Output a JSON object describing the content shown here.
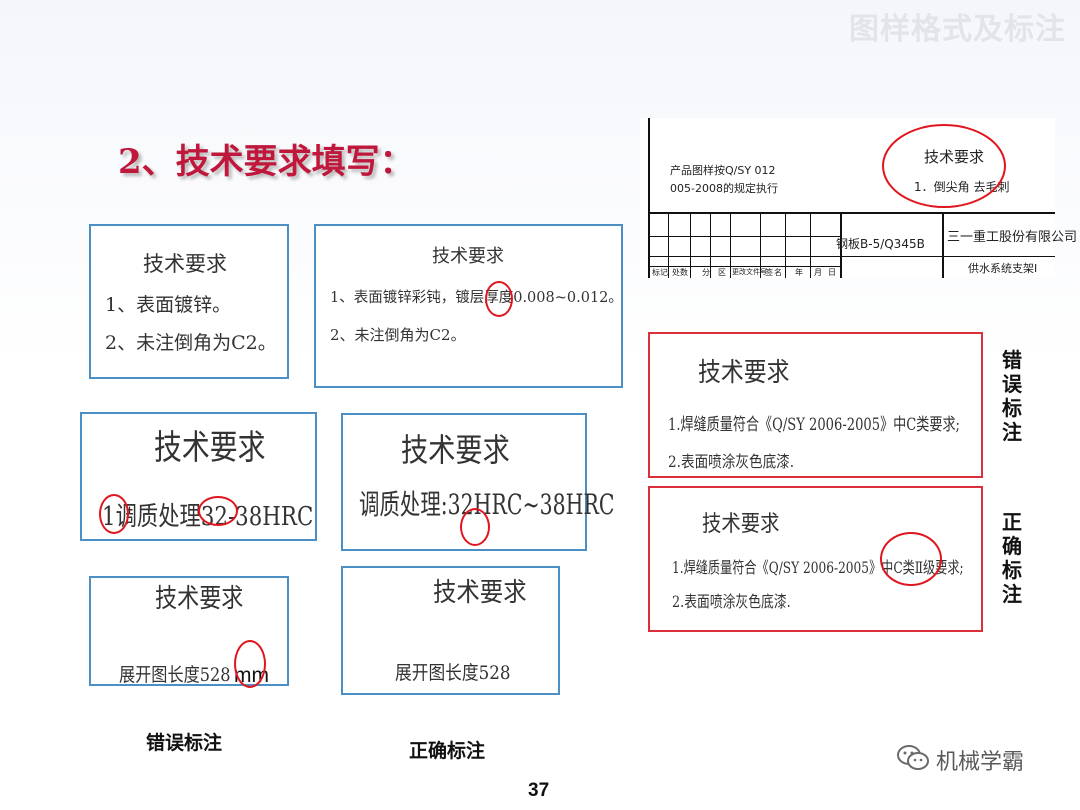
{
  "header": {
    "title": "图样格式及标注"
  },
  "section": {
    "title": "2、技术要求填写："
  },
  "left_boxes": {
    "b1": {
      "title": "技术要求",
      "line1": "1、表面镀锌。",
      "line2": "2、未注倒角为C2。"
    },
    "b2": {
      "title": "技术要求",
      "line1": "1、表面镀锌彩钝，镀层厚度0.008~0.012。",
      "line2": "2、未注倒角为C2。"
    },
    "b3": {
      "title": "技术要求",
      "line1": "1调质处理32-38HRC"
    },
    "b4": {
      "title": "技术要求",
      "line1": "调质处理:32HRC~38HRC"
    },
    "b5": {
      "title": "技术要求",
      "line1": "展开图长度528",
      "unit": "mm"
    },
    "b6": {
      "title": "技术要求",
      "line1": "展开图长度528"
    }
  },
  "captions": {
    "wrong": "错误标注",
    "correct": "正确标注"
  },
  "title_block": {
    "note_line1": "产品图样按Q/SY 012",
    "note_line2": "005-2008的规定执行",
    "tech_title": "技术要求",
    "tech_line": "1．倒尖角 去毛刺",
    "material": "钢板B-5/Q345B",
    "company": "三一重工股份有限公司",
    "part": "供水系统支架Ⅰ",
    "row_labels": [
      "标",
      "记",
      "处",
      "数",
      "分",
      "区",
      "更改文件号",
      "签",
      "名",
      "年",
      "月",
      "日"
    ]
  },
  "right_boxes": {
    "wrong": {
      "title": "技术要求",
      "line1": "1.焊缝质量符合《Q/SY 2006-2005》中C类要求;",
      "line2": "2.表面喷涂灰色底漆.",
      "label": [
        "错",
        "误",
        "标",
        "注"
      ]
    },
    "correct": {
      "title": "技术要求",
      "line1": "1.焊缝质量符合《Q/SY 2006-2005》中C类Ⅱ级要求;",
      "line2": "2.表面喷涂灰色底漆.",
      "label": [
        "正",
        "确",
        "标",
        "注"
      ]
    }
  },
  "page_number": "37",
  "brand": "机械学霸",
  "colors": {
    "title_red": "#c0183c",
    "box_blue": "#4b8fc4",
    "box_red": "#d9303c",
    "circle_red": "#e0161e"
  }
}
